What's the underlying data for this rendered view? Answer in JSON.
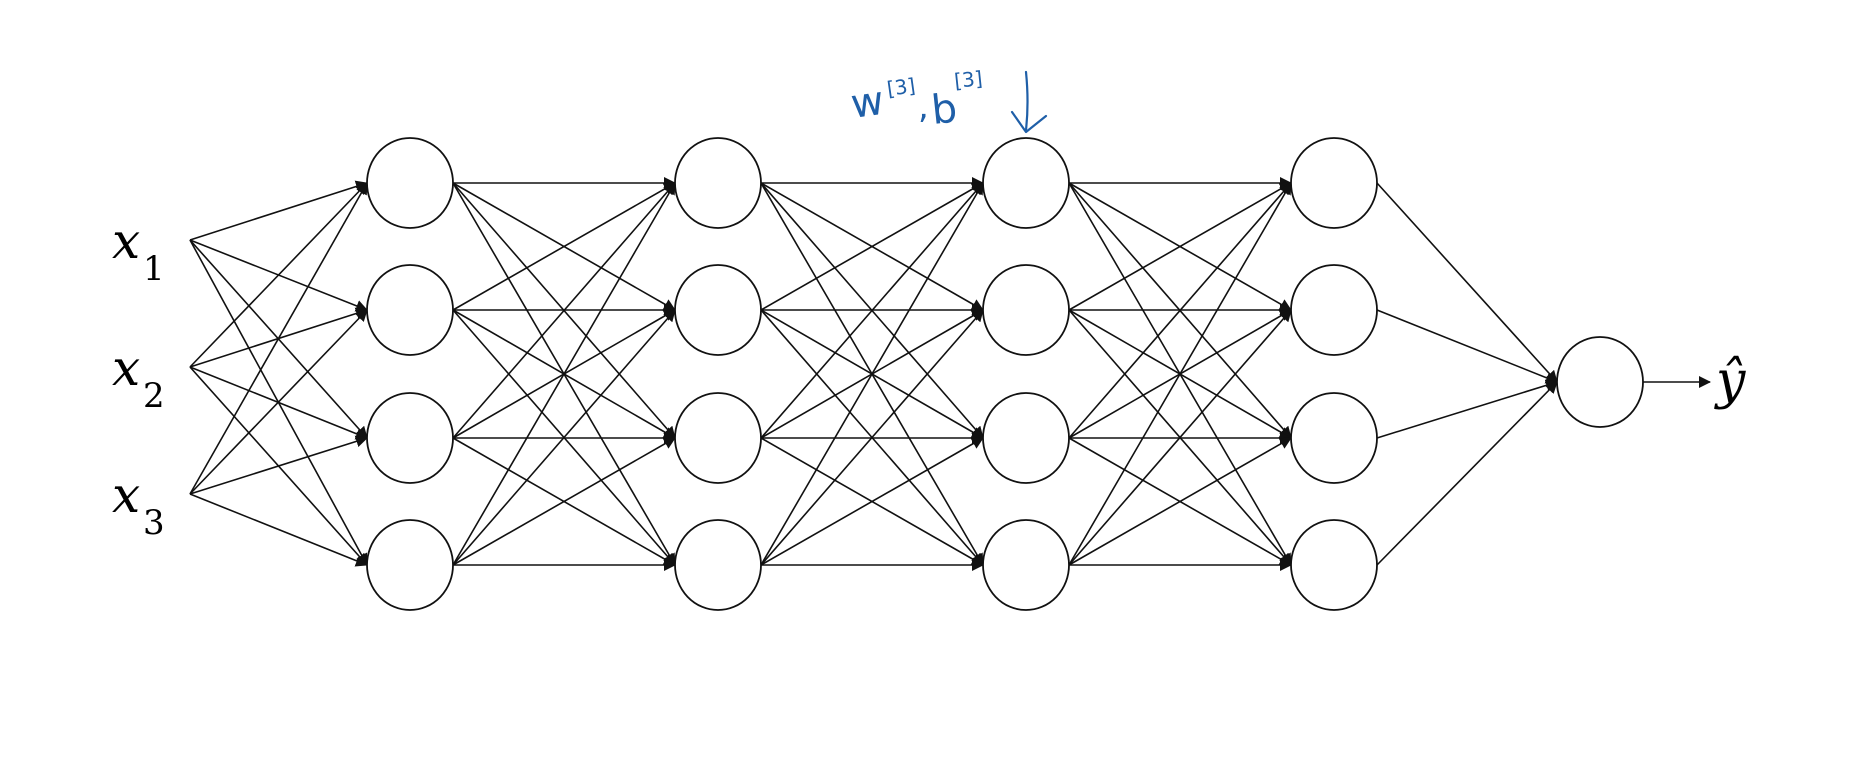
{
  "inputs": [
    {
      "base": "x",
      "sub": "1"
    },
    {
      "base": "x",
      "sub": "2"
    },
    {
      "base": "x",
      "sub": "3"
    }
  ],
  "output_label": "ŷ",
  "annotation": {
    "text": "w[3], b[3]",
    "w": "w",
    "w_sup": "[3]",
    "comma": ",",
    "b": "b",
    "b_sup": "[3]"
  },
  "colors": {
    "ink": "#111111",
    "annotation": "#1f5fa8"
  }
}
